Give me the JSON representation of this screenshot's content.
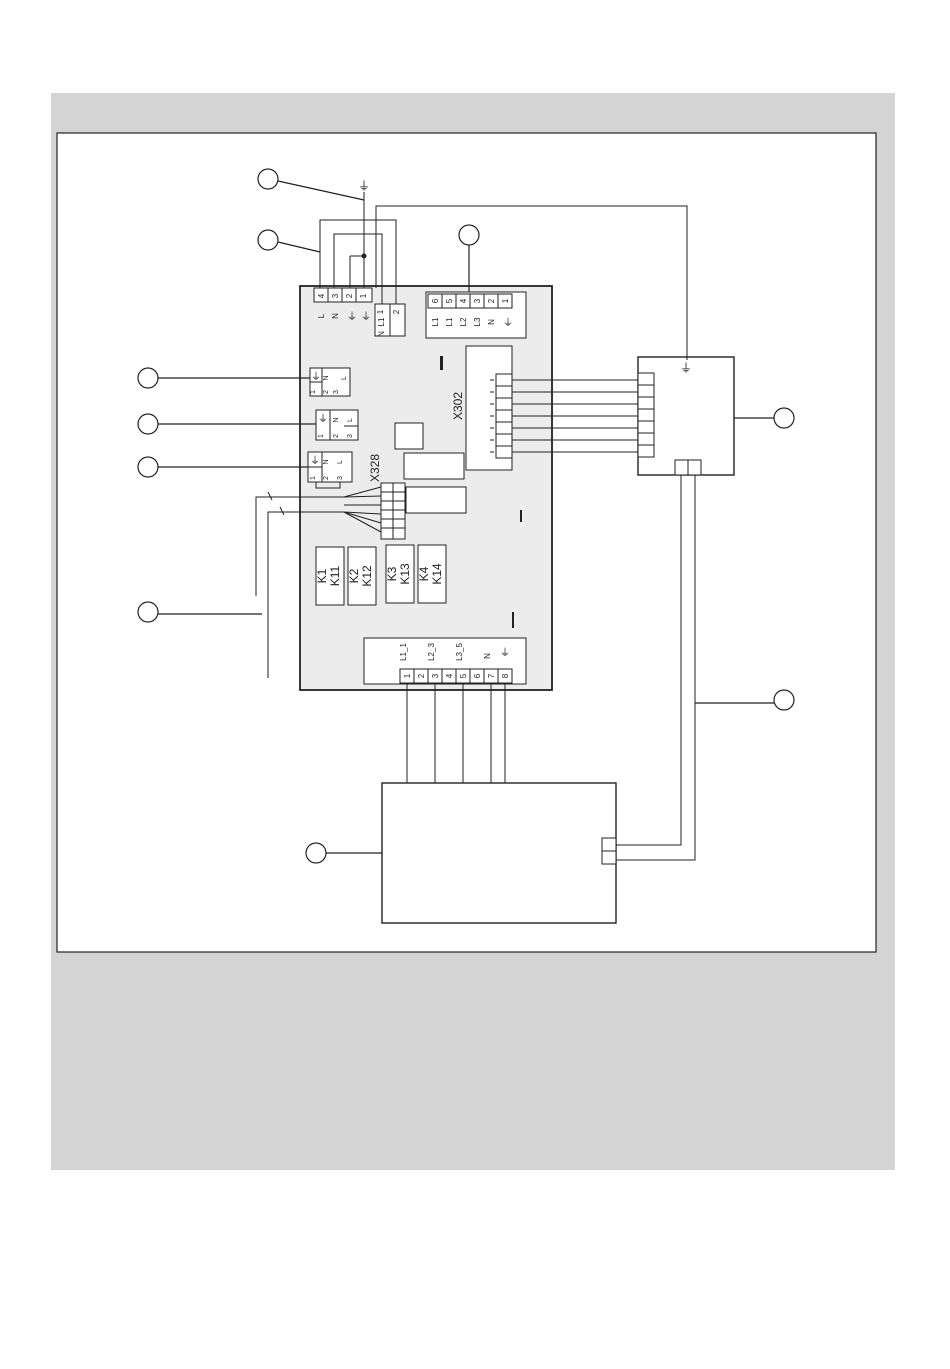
{
  "colors": {
    "panel_bg": "#d4d4d4",
    "frame_bg": "#ffffff",
    "board_bg": "#ececec",
    "line": "#222222"
  },
  "connectors": {
    "x302": "X302",
    "x328": "X328"
  },
  "top_left_terminal": {
    "pins": [
      "4",
      "3",
      "2",
      "1"
    ],
    "functions": [
      "L",
      "N",
      "⏚",
      "⏚"
    ]
  },
  "top_small_terminal": {
    "pins": [
      "1",
      "2"
    ],
    "functions": [
      "L1",
      "N"
    ]
  },
  "top_right_terminal": {
    "pins": [
      "6",
      "5",
      "4",
      "3",
      "2",
      "1"
    ],
    "functions": [
      "L1",
      "L1",
      "L2",
      "L3",
      "N",
      "⏚"
    ]
  },
  "side_terminals": [
    {
      "pins": [
        "1",
        "2",
        "3"
      ],
      "functions": [
        "⏚",
        "N",
        "L"
      ]
    },
    {
      "pins": [
        "1",
        "2",
        "3"
      ],
      "functions": [
        "⏚",
        "N",
        "L"
      ]
    },
    {
      "pins": [
        "1",
        "2",
        "3"
      ],
      "functions": [
        "⏚",
        "N",
        "L"
      ]
    }
  ],
  "relays": [
    {
      "a": "K1",
      "b": "K11"
    },
    {
      "a": "K2",
      "b": "K12"
    },
    {
      "a": "K3",
      "b": "K13"
    },
    {
      "a": "K4",
      "b": "K14"
    }
  ],
  "bottom_terminal": {
    "pins": [
      "1",
      "2",
      "3",
      "4",
      "5",
      "6",
      "7",
      "8"
    ],
    "functions": [
      "L1_1",
      "L2_3",
      "L3_5",
      "N",
      "⏚"
    ]
  },
  "ground_symbol": "⏚"
}
